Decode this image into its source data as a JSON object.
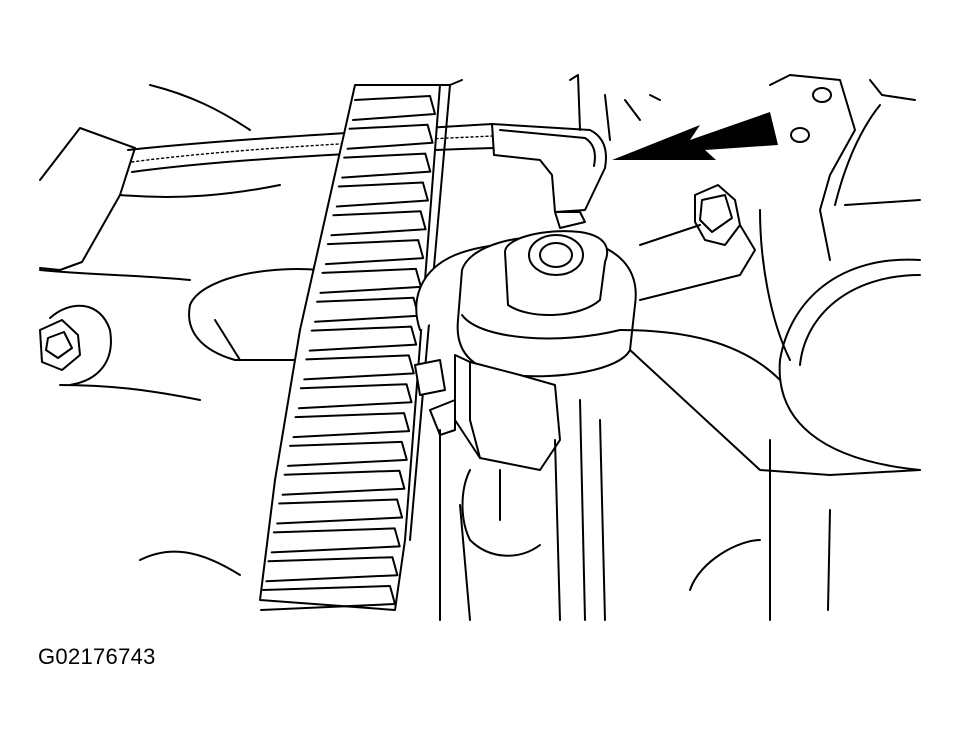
{
  "figure": {
    "id": "G02176743",
    "line_color": "#000000",
    "background": "#ffffff",
    "callouts": [
      {
        "name": "pointer-arrow",
        "points_to": "wire-connector"
      }
    ]
  }
}
